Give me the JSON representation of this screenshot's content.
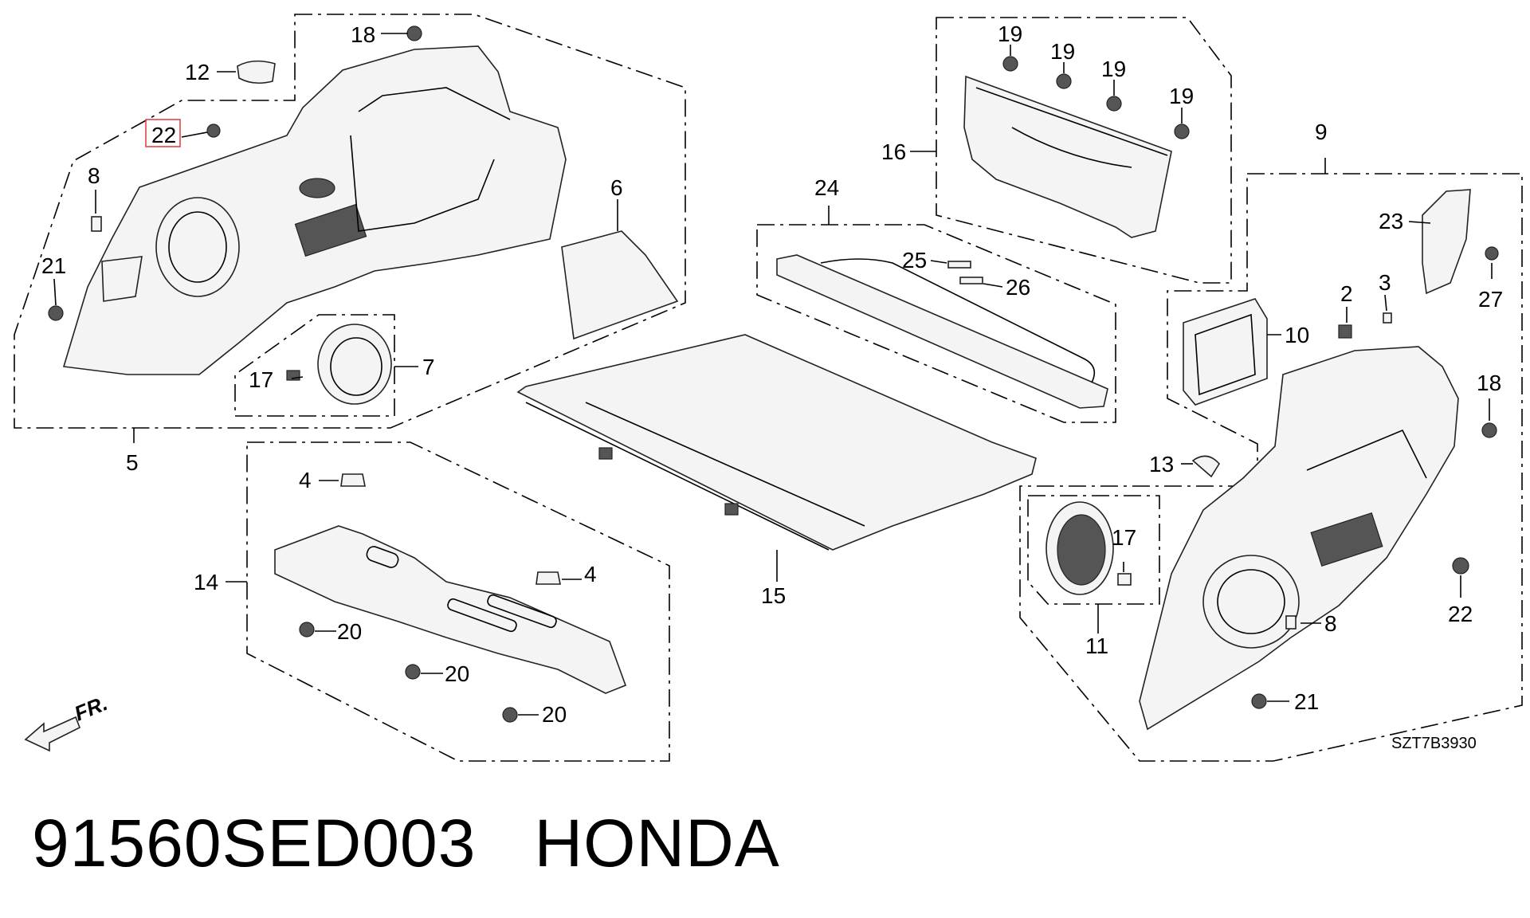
{
  "diagram": {
    "ref_code": "SZT7B3930",
    "direction_label": "FR.",
    "highlighted_callout": "22",
    "callouts": {
      "c18a": "18",
      "c12": "12",
      "c22a": "22",
      "c8a": "8",
      "c21a": "21",
      "c5": "5",
      "c6": "6",
      "c17a": "17",
      "c7": "7",
      "c19a": "19",
      "c19b": "19",
      "c19c": "19",
      "c19d": "19",
      "c16": "16",
      "c24": "24",
      "c25": "25",
      "c26": "26",
      "c15": "15",
      "c9": "9",
      "c23": "23",
      "c27": "27",
      "c2": "2",
      "c3": "3",
      "c10": "10",
      "c18b": "18",
      "c13": "13",
      "c17b": "17",
      "c11": "11",
      "c8b": "8",
      "c22b": "22",
      "c21b": "21",
      "c4a": "4",
      "c4b": "4",
      "c14": "14",
      "c20a": "20",
      "c20b": "20",
      "c20c": "20"
    }
  },
  "caption": {
    "part_number": "91560SED003",
    "brand": "HONDA"
  }
}
